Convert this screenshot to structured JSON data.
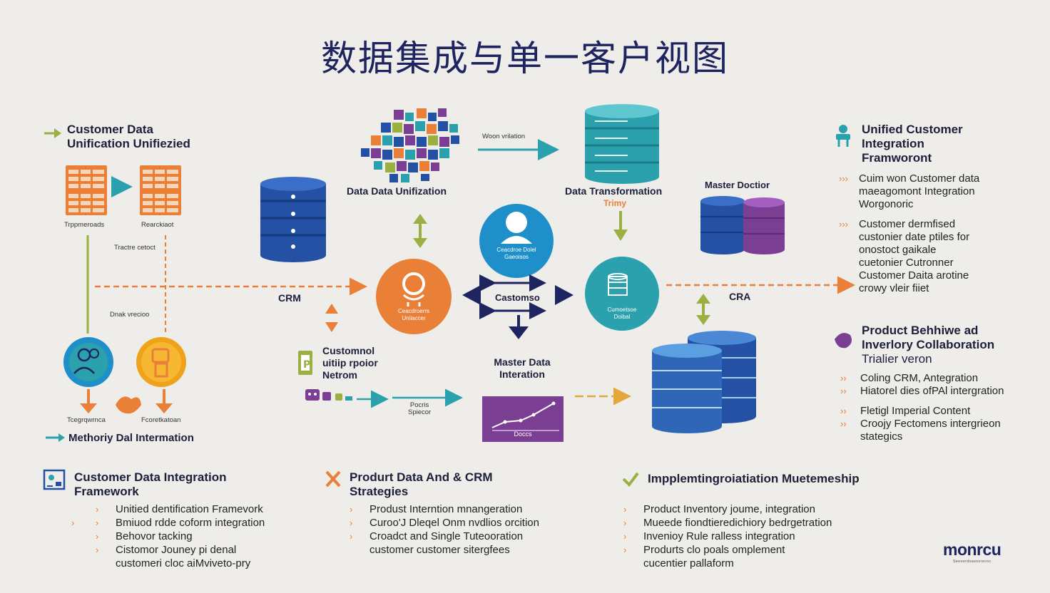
{
  "title": "数据集成与单一客户视图",
  "left_panel": {
    "heading": [
      "Customer Data",
      "Unification Unifiezied"
    ],
    "label_left": "Trppmeroads",
    "label_right": "Rearckiaot",
    "mid_label_1": "Tractre cetoct",
    "mid_label_2": "Dnak vrecioo",
    "bottom_left": "Tcegrqwrnca",
    "bottom_right": "Fcoretkatoan",
    "footer": "Methoriy Dal Intermation"
  },
  "center": {
    "data_unification": "Data Data Unifization",
    "arrow_note": "Woon vrilation",
    "data_transformation": "Data Transformation",
    "transform_sub": "Trimy",
    "master_doctor": "Master Doctior",
    "crm_left": "CRM",
    "crm_right": "CRA",
    "hub_label": "Castomso",
    "person_circle": [
      "Ceacdroe Dolel",
      "Gaeoisos"
    ],
    "orange_circle": [
      "Ceacdroerrs",
      "Unilaccer"
    ],
    "teal_circle": [
      "Cumoetsoe",
      "Doibal"
    ],
    "customer_box": [
      "Customnol",
      "uitiip rpoior",
      "Netrom"
    ],
    "master_data": [
      "Master Data",
      "Interation"
    ],
    "small_label": [
      "Pocris",
      "Spiecor"
    ],
    "chart_caption": "Doccs"
  },
  "right_panel": {
    "heading": [
      "Unified Customer",
      "Integration",
      "Framworont"
    ],
    "groups": [
      [
        "Cuim won Customer data",
        "maeagomont Integration",
        "Worgonoric"
      ],
      [
        "Customer dermfised",
        "custonier date ptiles for",
        "onostoct gaikale",
        "cuetonier Cutronner",
        "Customer Daita arotine",
        "crowy vleir fiiet"
      ]
    ],
    "heading2": [
      "Product Behhiwe ad",
      "Inverlory Collaboration",
      "Trialier veron"
    ],
    "groups2": [
      [
        "Coling CRM, Antegration",
        "Hiatorel dies ofPAl intergration"
      ],
      [
        "Fletigl Imperial Content",
        "Croojy Fectomens intergrieon",
        "stategics"
      ]
    ]
  },
  "bottom": [
    {
      "heading": [
        "Customer Data Integration",
        "Framework"
      ],
      "items": [
        [
          "Unitied dentification Framevork"
        ],
        [
          "Bmiuod rdde coform integration"
        ],
        [
          "Behovor tacking"
        ],
        [
          "Cistomor Jouney pi denal",
          "customeri cloc aiMviveto-pry"
        ]
      ]
    },
    {
      "heading": [
        "Produrt Data And & CRM",
        "Strategies"
      ],
      "items": [
        [
          "Produst Interntion mnangeration"
        ],
        [
          "Curoo'J Dleqel Onm nvdlios orcition"
        ],
        [
          "Croadct and Single Tuteooration",
          "customer customer sitergfees"
        ]
      ]
    },
    {
      "heading": [
        "Impplemtingroiatiation Muetemeship"
      ],
      "items": [
        [
          "Product Inventory joume, integration"
        ],
        [
          "Mueede fiondtieredichiory bedrgetration"
        ],
        [
          "Invenioy Rule ralless integration"
        ],
        [
          "Produrts clo poals omplement",
          "cucentier pallaform"
        ]
      ]
    }
  ],
  "logo": {
    "name": "monrcu",
    "sub": "Seeoerdsasosrecoc"
  },
  "colors": {
    "navy": "#1d2460",
    "blue": "#2451a3",
    "teal": "#2aa1ac",
    "orange": "#ea7f37",
    "purple": "#7a3e92",
    "olive": "#9bb043"
  }
}
